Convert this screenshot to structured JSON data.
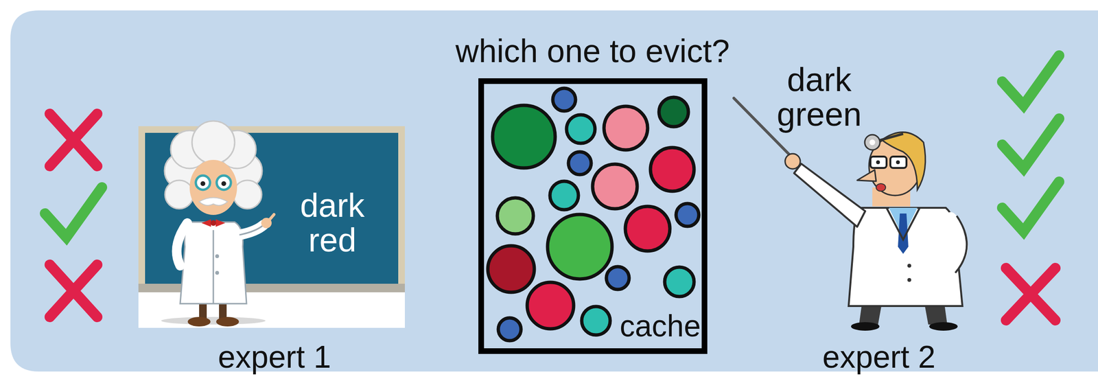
{
  "diagram": {
    "nodes": [
      {
        "text": [
          "dark red"
        ]
      },
      {
        "text": [
          "which one to evict?",
          "cache"
        ]
      }
    ],
    "labels": [
      "dark green",
      "expert 1",
      "expert 2"
    ]
  }
}
